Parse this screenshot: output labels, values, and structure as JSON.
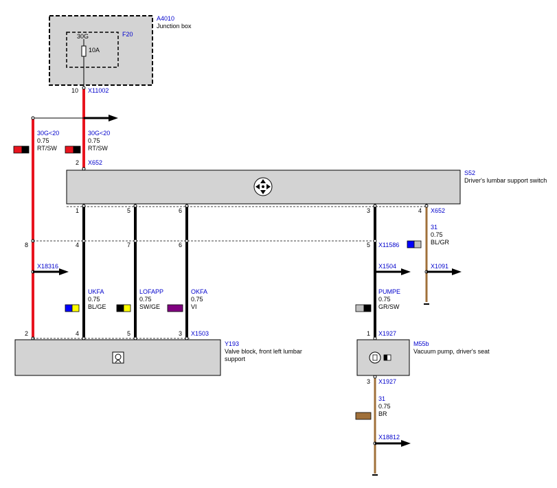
{
  "components": {
    "junction_box": {
      "code": "A4010",
      "name": "Junction box"
    },
    "fuse": {
      "code": "F20",
      "terminal": "30G",
      "rating": "10A"
    },
    "switch": {
      "code": "S52",
      "name": "Driver's lumbar support switch"
    },
    "valve_block": {
      "code": "Y193",
      "name_line1": "Valve block, front left lumbar",
      "name_line2": "support"
    },
    "pump": {
      "code": "M55b",
      "name": "Vacuum pump, driver's seat"
    }
  },
  "connectors": {
    "x11002": "X11002",
    "x652_top": "X652",
    "x652_right": "X652",
    "x18316": "X18316",
    "x11586": "X11586",
    "x1504": "X1504",
    "x1091": "X1091",
    "x1503": "X1503",
    "x1927_top": "X1927",
    "x1927_bottom": "X1927",
    "x18812": "X18812"
  },
  "pins": {
    "p10": "10",
    "p2a": "2",
    "s1": "1",
    "s5": "5",
    "s6": "6",
    "s3": "3",
    "s4": "4",
    "m8": "8",
    "m4": "4",
    "m7": "7",
    "m6": "6",
    "m5": "5",
    "v2": "2",
    "v4": "4",
    "v5": "5",
    "v3": "3",
    "pu1": "1",
    "pu3": "3"
  },
  "wires": {
    "w_left": {
      "signal": "30G<20",
      "size": "0.75",
      "color": "RT/SW"
    },
    "w_mid": {
      "signal": "30G<20",
      "size": "0.75",
      "color": "RT/SW"
    },
    "w_gnd1": {
      "signal": "31",
      "size": "0.75",
      "color": "BL/GR"
    },
    "w_ukfa": {
      "signal": "UKFA",
      "size": "0.75",
      "color": "BL/GE"
    },
    "w_lofapp": {
      "signal": "LOFAPP",
      "size": "0.75",
      "color": "SW/GE"
    },
    "w_okfa": {
      "signal": "OKFA",
      "size": "0.75",
      "color": "VI"
    },
    "w_pumpe": {
      "signal": "PUMPE",
      "size": "0.75",
      "color": "GR/SW"
    },
    "w_gnd2": {
      "signal": "31",
      "size": "0.75",
      "color": "BR"
    }
  },
  "colors": {
    "red": "#e8141e",
    "black": "#000000",
    "brown": "#a0703a",
    "blue": "#0000ff",
    "yellow": "#ffff00",
    "violet": "#800080",
    "grey": "#c0c0c0",
    "box_fill": "#d3d3d3",
    "label_blue": "#0000cc"
  }
}
